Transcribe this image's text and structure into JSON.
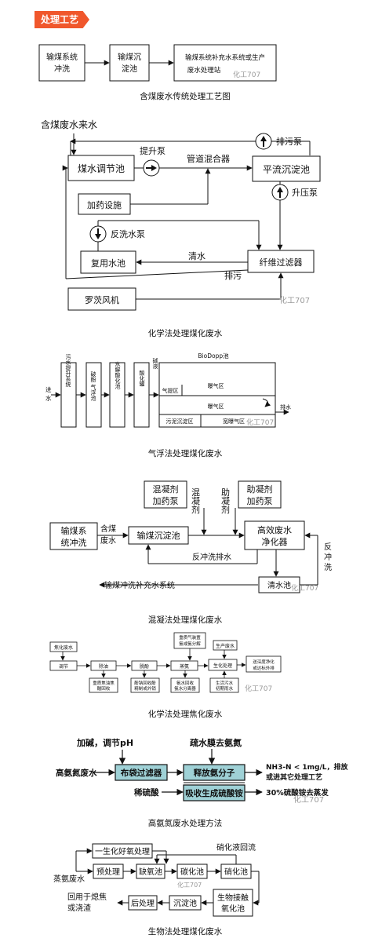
{
  "section_tag": "处理工艺",
  "watermark": "化工707",
  "d1": {
    "caption": "含煤废水传统处理工艺图",
    "box1": [
      "输煤系统",
      "冲洗"
    ],
    "box2": [
      "输煤沉",
      "淀池"
    ],
    "box3": [
      "输煤系统补充水系统或生产",
      "废水处理站"
    ]
  },
  "d2": {
    "caption": "化学法处理煤化废水",
    "inflow": "含煤废水来水",
    "adjust_tank": "煤水调节池",
    "lift_pump": "提升泵",
    "pipe_mixer": "管道混合器",
    "sludge_pump": "排污泵",
    "settling_tank": "平流沉淀池",
    "booster_pump": "升压泵",
    "dosing": "加药设施",
    "backwash_pump": "反洗水泵",
    "reuse_tank": "复用水池",
    "clear_water": "清水",
    "fiber_filter": "纤维过滤器",
    "discharge": "排污",
    "blower": "罗茨风机"
  },
  "d3": {
    "caption": "气浮法处理煤化废水",
    "inlet": [
      "进",
      "水"
    ],
    "col1": "污水提升系统",
    "col2": "破酚",
    "col3": "气浮池",
    "col4": "水解酸化池",
    "col5": "酸化罐",
    "col6": "碱液",
    "header": "BioDopp池",
    "zone1": "气提区",
    "zone2": "曝气区",
    "zone3": "曝气区",
    "zone4": "污泥沉淀区",
    "zone5": "宽曝气区",
    "outlet": "排水"
  },
  "d4": {
    "caption": "混凝法处理煤化废水",
    "coag_dose": [
      "混凝剂",
      "加药泵"
    ],
    "aid_dose": [
      "助凝剂",
      "加药泵"
    ],
    "coag_label": "混凝剂",
    "aid_label": "助凝剂",
    "wash_sys": [
      "输煤系",
      "统冲洗"
    ],
    "coal_water": [
      "含煤",
      "废水"
    ],
    "settle": "输煤沉淀池",
    "purifier": [
      "高效废水",
      "净化器"
    ],
    "backwash_drain": "反冲洗排水",
    "backwash": [
      "反",
      "冲",
      "洗"
    ],
    "makeup": "输煤冲洗补充水系统",
    "clear_pool": "清水池"
  },
  "d5": {
    "caption": "化学法处理焦化废水",
    "coking": "焦化废水",
    "regulate": "调节",
    "deoil": "除油",
    "dephenol": "脱酚",
    "ammonia": "蒸氨",
    "bio": "生化处理",
    "deep": [
      "送深度净化",
      "或达标外排"
    ],
    "note1": [
      "重质焦油焦",
      "酸回收"
    ],
    "note2": [
      "酚钠回收酚",
      "精制或外销"
    ],
    "note3": [
      "氨水回收",
      "氨水分离器"
    ],
    "note4": [
      "重质气装置",
      "氨或氨分解"
    ],
    "production": "生产废水",
    "note5": [
      "生活污水",
      "初期雨水"
    ]
  },
  "d6": {
    "caption": "高氨氮废水处理方法",
    "add_alkali": "加碱，调节pH",
    "membrane": "疏水膜去氨氮",
    "input": "高氨氮废水",
    "bag_filter": "布袋过滤器",
    "release": "释放氨分子",
    "absorb": "吸收生成硫酸铵",
    "acid": "稀硫酸",
    "result1": [
      "NH3-N < 1mg/L，排放",
      "或进其它处理工艺"
    ],
    "result2": "30%硫酸铵去蒸发"
  },
  "d7": {
    "caption": "生物法处理煤化废水",
    "nitrify_return": "硝化液回流",
    "aerobic": "一生化好氧处理",
    "input": [
      "蒸氨废水"
    ],
    "pretreat": "预处理",
    "anoxic": "缺氧池",
    "carbon": "碳化池",
    "nitrify": "硝化池",
    "reuse": [
      "回用于熄焦",
      "或浇渣"
    ],
    "post": "后处理",
    "settle": "沉淀池",
    "contact": [
      "生物接触",
      "氧化池"
    ]
  }
}
